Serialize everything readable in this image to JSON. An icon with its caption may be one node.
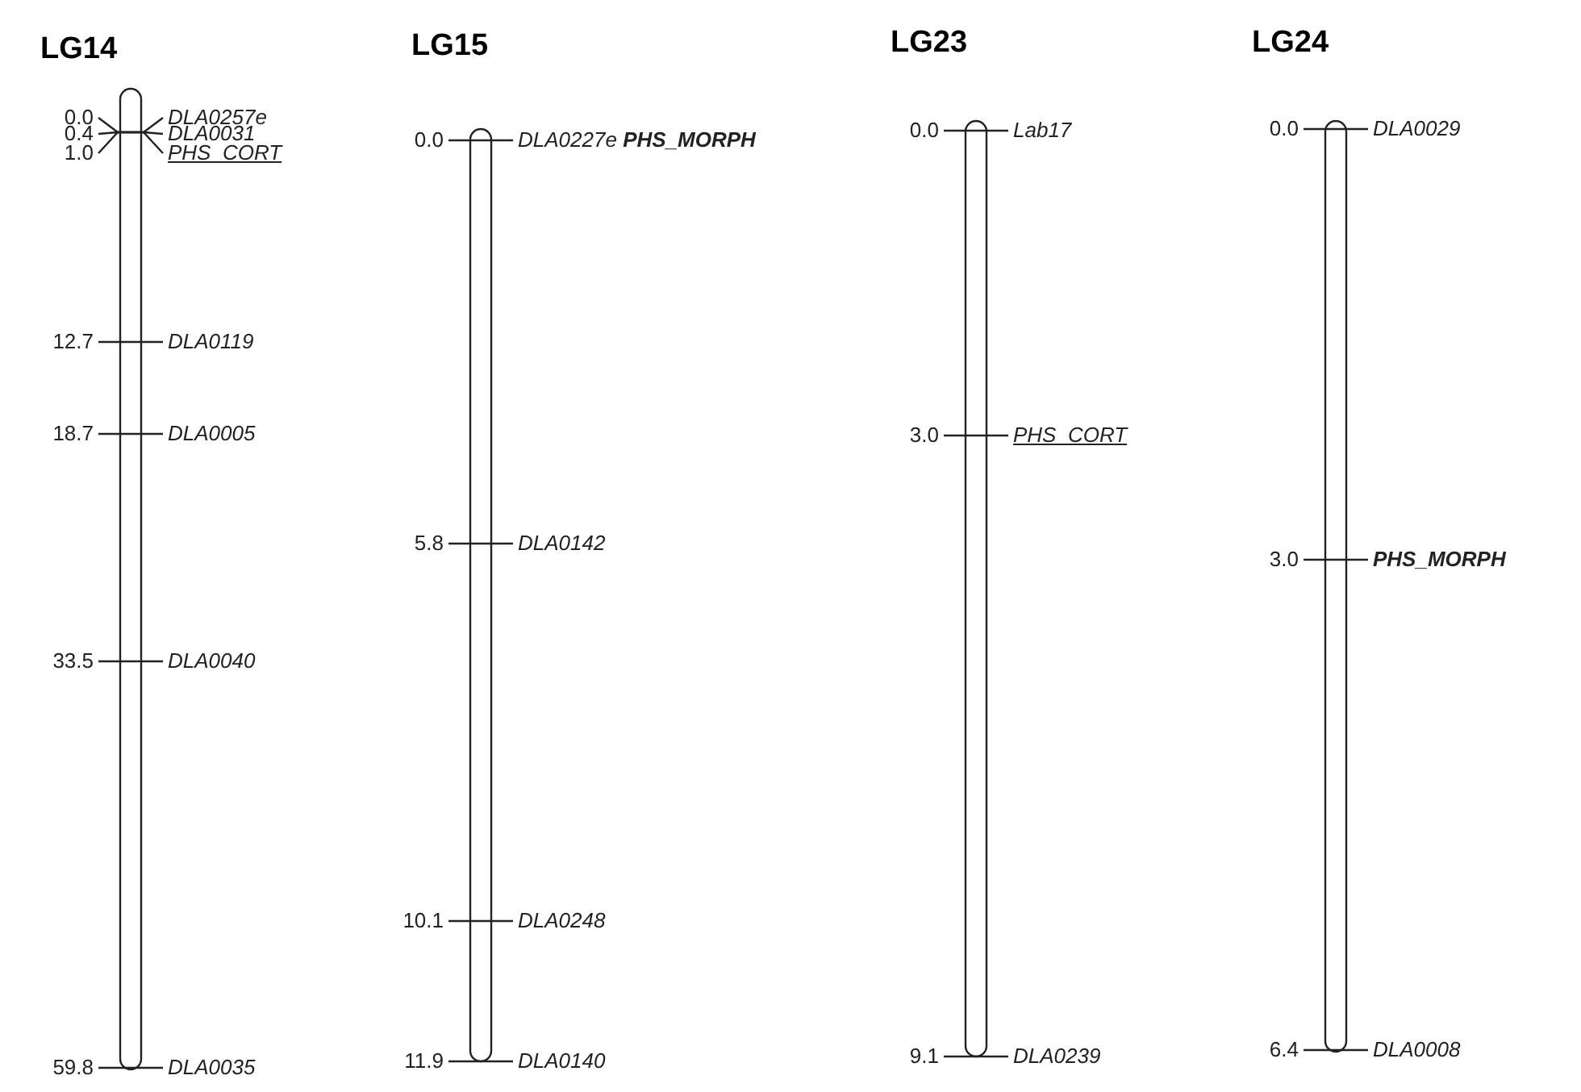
{
  "diagram": {
    "nodes": [
      {
        "text": [],
        "shape": "bar",
        "beside": [
          "0.0",
          "DLA0257e",
          "0.4",
          "DLA0031",
          "1.0",
          "PHS_CORT",
          "12.7",
          "DLA0119",
          "18.7",
          "DLA0005",
          "33.5",
          "DLA0040",
          "59.8",
          "DLA0035"
        ]
      },
      {
        "text": [],
        "shape": "bar",
        "beside": [
          "0.0",
          "DLA0227e **PHS_MORPH**",
          "5.8",
          "DLA0142",
          "10.1",
          "DLA0248",
          "11.9",
          "DLA0140"
        ]
      },
      {
        "text": [],
        "shape": "bar",
        "beside": [
          "0.0",
          "Lab17",
          "3.0",
          "PHS_CORT",
          "9.1",
          "DLA0239"
        ]
      },
      {
        "text": [],
        "shape": "bar",
        "beside": [
          "0.0",
          "DLA0029",
          "3.0",
          "PHS_MORPH",
          "6.4",
          "DLA0008"
        ]
      }
    ],
    "labels": [
      "LG14",
      "LG15",
      "LG23",
      "LG24"
    ]
  }
}
